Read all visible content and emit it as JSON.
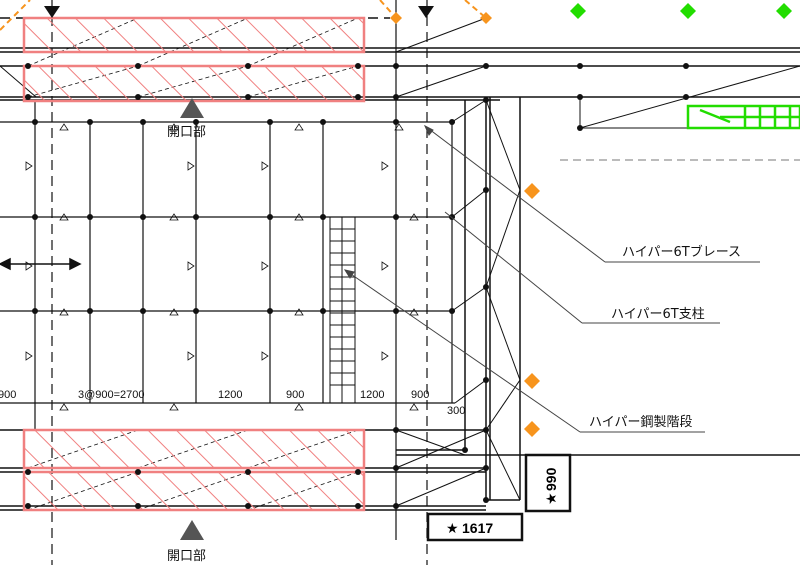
{
  "labels": {
    "opening_top": "開口部",
    "opening_bottom": "開口部",
    "brace": "ハイパー6Tブレース",
    "post": "ハイパー6T支柱",
    "stair": "ハイパー鋼製階段",
    "dim_1617": "1617",
    "dim_990": "990",
    "star": "★"
  },
  "dimensions": {
    "d_900_left": "900",
    "d_3x900": "3@900=2700",
    "d_1200_a": "1200",
    "d_900_b": "900",
    "d_1200_b": "1200",
    "d_900_c": "900",
    "d_300": "300"
  },
  "colors": {
    "line": "#111111",
    "hatch": "#f08080",
    "orange": "#f7941d",
    "green": "#22dd00",
    "gray_tri": "#666666"
  },
  "icons": {
    "marker_top": "triangle-down-icon",
    "opening_marker": "triangle-up-icon",
    "anchor_diamond": "orange-diamond-icon",
    "green_diamond": "green-diamond-icon"
  }
}
